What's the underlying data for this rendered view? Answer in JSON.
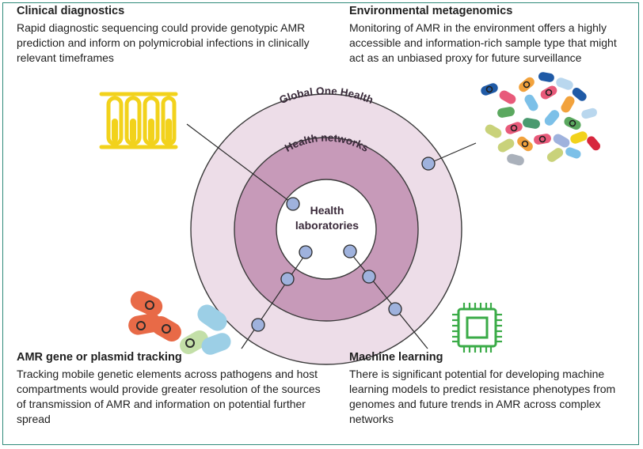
{
  "sections": {
    "clinical": {
      "title": "Clinical diagnostics",
      "body": "Rapid diagnostic sequencing could provide genotypic AMR prediction and inform on polymicrobial infections in clinically relevant timeframes"
    },
    "environmental": {
      "title": "Environmental metagenomics",
      "body": "Monitoring of AMR in the environment offers a highly accessible and information-rich sample type that might act as an unbiased proxy for future surveillance"
    },
    "amr_tracking": {
      "title": "AMR gene or plasmid tracking",
      "body": "Tracking mobile genetic elements across pathogens and host compartments would provide greater resolution of the sources of transmission of AMR and information on potential further spread"
    },
    "machine_learning": {
      "title": "Machine learning",
      "body": "There is significant potential for developing machine learning models to predict resistance phenotypes from genomes and future trends in AMR across complex networks"
    }
  },
  "rings": {
    "outer": "Global One Health",
    "middle": "Health networks",
    "inner_line1": "Health",
    "inner_line2": "laboratories"
  },
  "colors": {
    "border": "#2f8a7a",
    "outer_ring": "#eddde8",
    "middle_ring": "#c79ab9",
    "inner_circle": "#ffffff",
    "node": "#9fb2dd",
    "tube_yellow": "#f2d21b",
    "chip_green": "#3aab47"
  },
  "icons": {
    "clinical": "test-tubes-icon",
    "environmental": "bacteria-mix-icon",
    "amr_tracking": "plasmid-bacteria-icon",
    "machine_learning": "microchip-icon"
  }
}
